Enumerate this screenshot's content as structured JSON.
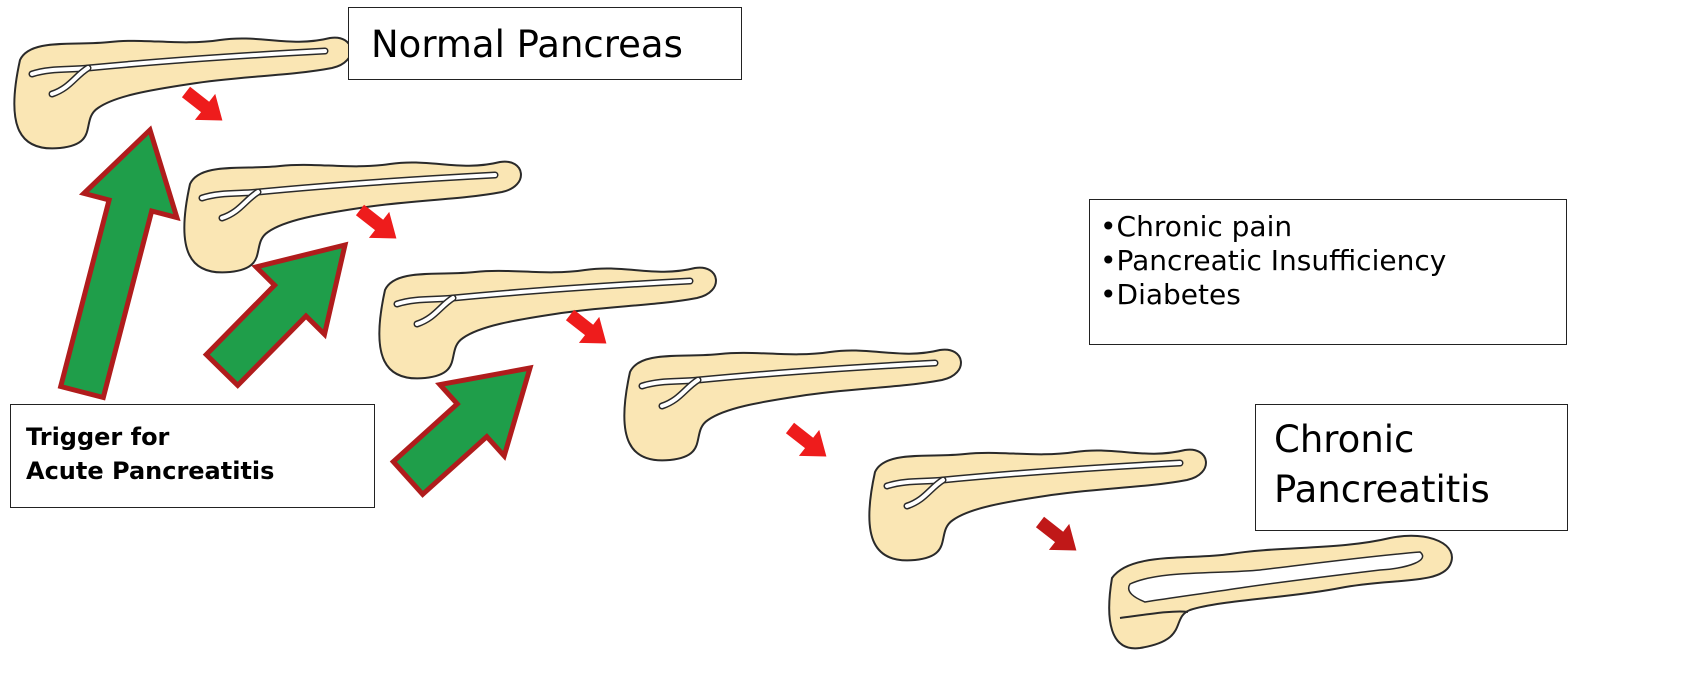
{
  "labels": {
    "normal_pancreas": "Normal Pancreas",
    "chronic_line1": "Chronic",
    "chronic_line2": "Pancreatitis",
    "trigger_line1": "Trigger for",
    "trigger_line2": "Acute Pancreatitis"
  },
  "symptoms": [
    "•Chronic pain",
    "•Pancreatic Insufficiency",
    "•Diabetes"
  ],
  "colors": {
    "pancreas_fill": "#fae6b4",
    "pancreas_outline": "#2a2a2a",
    "duct_fill": "#ffffff",
    "progression_arrow": "#ee1c1c",
    "final_arrow": "#c01818",
    "trigger_arrow_fill": "#1f9e4a",
    "trigger_arrow_border": "#b01c1c"
  },
  "icons": {
    "pancreas": "pancreas-illustration",
    "progression_arrow": "red-down-right-arrow",
    "trigger_arrow": "green-up-arrow"
  }
}
